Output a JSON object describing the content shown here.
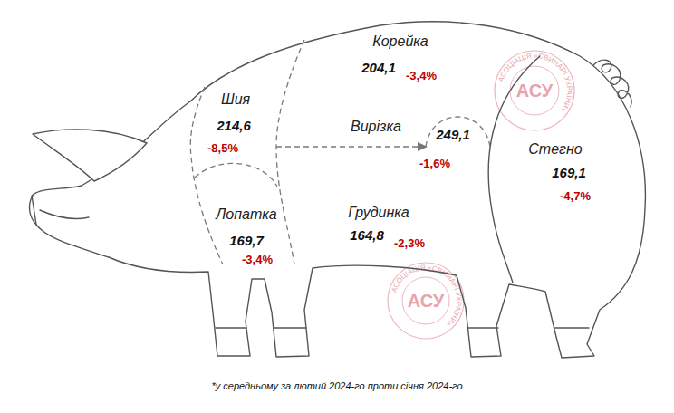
{
  "diagram": {
    "caption": "*у середньому за лютий 2024-го проти січня 2024-го",
    "labels": [
      "Корейка",
      "204,1",
      "-3,4%",
      "Шия",
      "214,6",
      "-8,5%",
      "Вирізка",
      "249,1",
      "-1,6%",
      "Стегно",
      "169,1",
      "-4,7%",
      "Лопатка",
      "169,7",
      "-3,4%",
      "Грудинка",
      "164,8",
      "-2,3%",
      "АСУ",
      "АСОЦІАЦІЯ «СВИНАРІ УКРАЇНИ»",
      "АСУ",
      "АСОЦІАЦІЯ «СВИНАРІ УКРАЇНИ»"
    ]
  }
}
